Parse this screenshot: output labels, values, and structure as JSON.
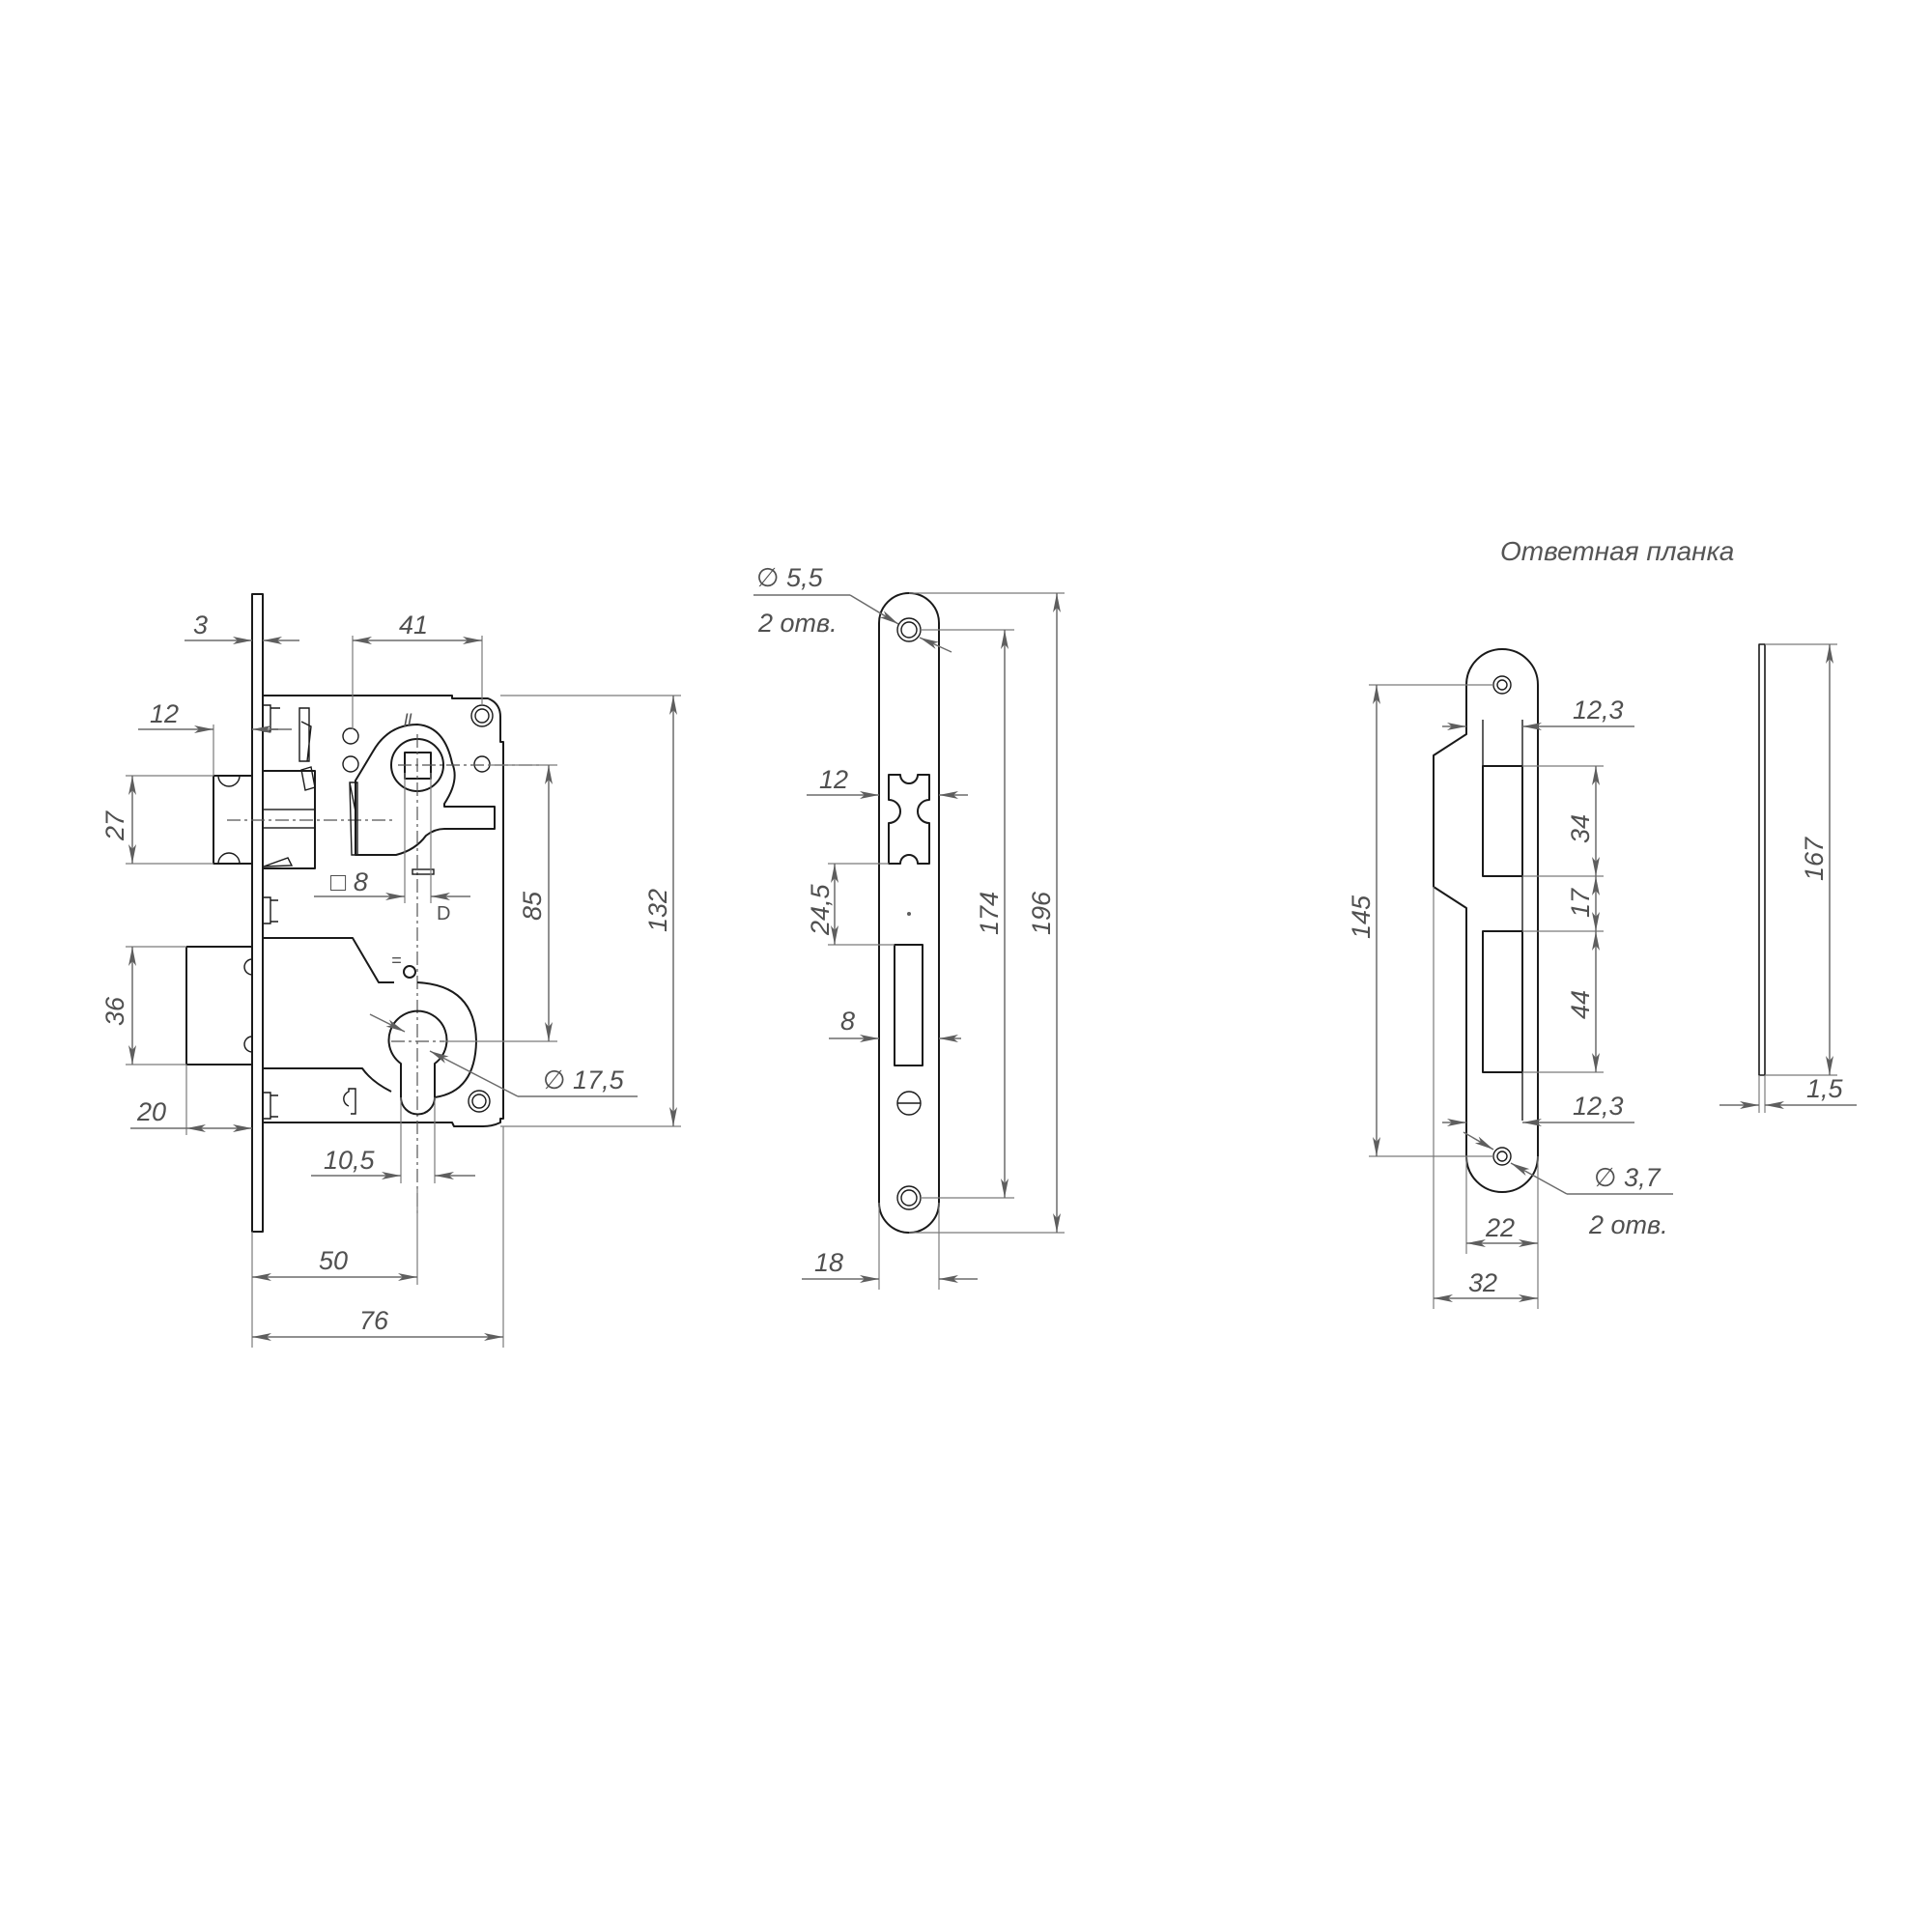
{
  "title": "Ответная планка",
  "colors": {
    "line": "#1a1a1a",
    "dimension": "#6b6b6b",
    "text": "#505050",
    "background": "#ffffff"
  },
  "lock_body": {
    "dims": {
      "faceplate_thickness": "3",
      "backset_to_hub_edge": "41",
      "latch_projection": "12",
      "latch_height": "27",
      "bolt_height": "36",
      "bolt_projection": "20",
      "spindle_square": "8",
      "cylinder_width": "10,5",
      "backset": "50",
      "body_depth": "76",
      "center_distance": "85",
      "body_height": "132",
      "cylinder_diameter": "17,5",
      "spindle_symbol": "□",
      "diameter_symbol": "∅"
    }
  },
  "faceplate": {
    "dims": {
      "hole_diameter": "5,5",
      "hole_count": "2 отв.",
      "latch_opening_width": "12",
      "latch_to_bolt_gap": "24,5",
      "bolt_opening_width": "8",
      "hole_spacing": "174",
      "faceplate_length": "196",
      "faceplate_width": "18"
    }
  },
  "strike_plate": {
    "dims": {
      "upper_offset": "12,3",
      "upper_slot_height": "34",
      "slot_gap": "17",
      "lower_slot_height": "44",
      "lower_offset": "12,3",
      "hole_diameter": "3,7",
      "hole_count": "2 отв.",
      "hole_spacing": "145",
      "plate_width": "22",
      "total_width": "32"
    }
  },
  "side_view": {
    "dims": {
      "length": "167",
      "thickness": "1,5"
    }
  }
}
